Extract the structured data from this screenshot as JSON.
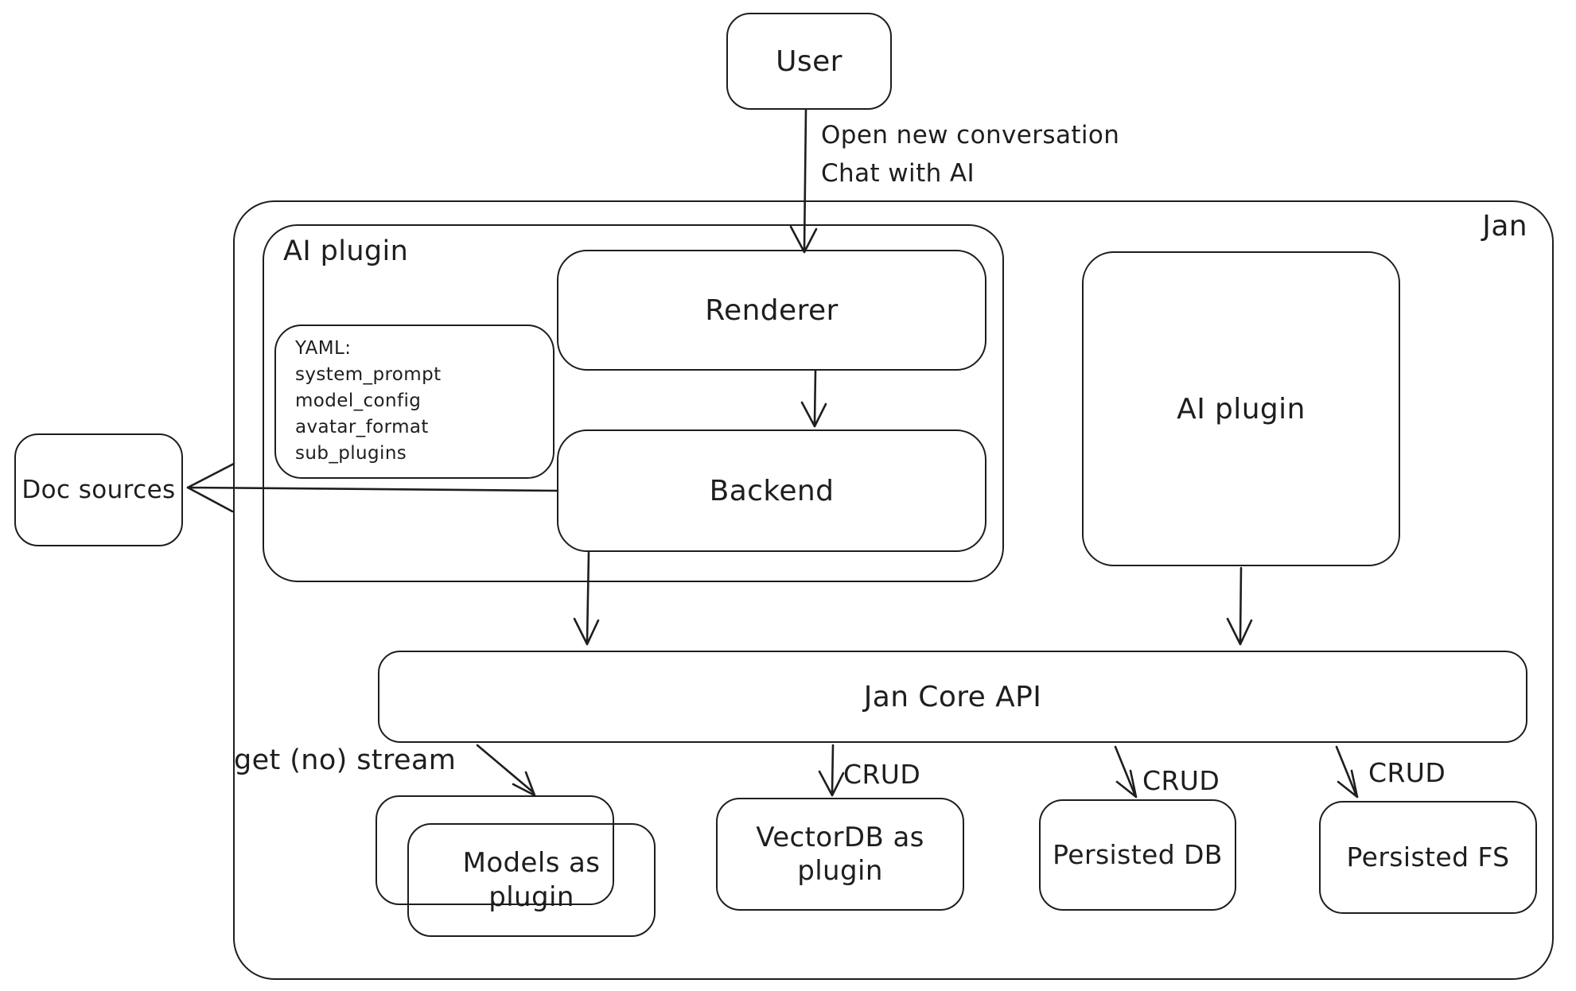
{
  "diagram": {
    "nodes": {
      "user": {
        "label": "User"
      },
      "jan_container": {
        "label": "Jan"
      },
      "ai_plugin_container": {
        "label": "AI plugin"
      },
      "yaml_note": {
        "lines": [
          "YAML:",
          "system_prompt",
          "model_config",
          "avatar_format",
          "sub_plugins"
        ]
      },
      "renderer": {
        "label": "Renderer"
      },
      "backend": {
        "label": "Backend"
      },
      "ai_plugin_right": {
        "label": "AI plugin"
      },
      "jan_core_api": {
        "label": "Jan Core API"
      },
      "doc_sources": {
        "label": "Doc sources"
      },
      "models_as_plugin": {
        "label": "Models as plugin"
      },
      "vectordb_as_plugin": {
        "label": "VectorDB as plugin"
      },
      "persisted_db": {
        "label": "Persisted DB"
      },
      "persisted_fs": {
        "label": "Persisted FS"
      }
    },
    "edges": {
      "user_to_renderer": {
        "label_line1": "Open new conversation",
        "label_line2": "Chat with AI"
      },
      "core_api_to_models": {
        "label": "get (no) stream"
      },
      "core_api_to_vectordb": {
        "label": "CRUD"
      },
      "core_api_to_persisted_db": {
        "label": "CRUD"
      },
      "core_api_to_persisted_fs": {
        "label": "CRUD"
      }
    },
    "colors": {
      "stroke": "#1e1e1e",
      "background": "#ffffff"
    }
  }
}
